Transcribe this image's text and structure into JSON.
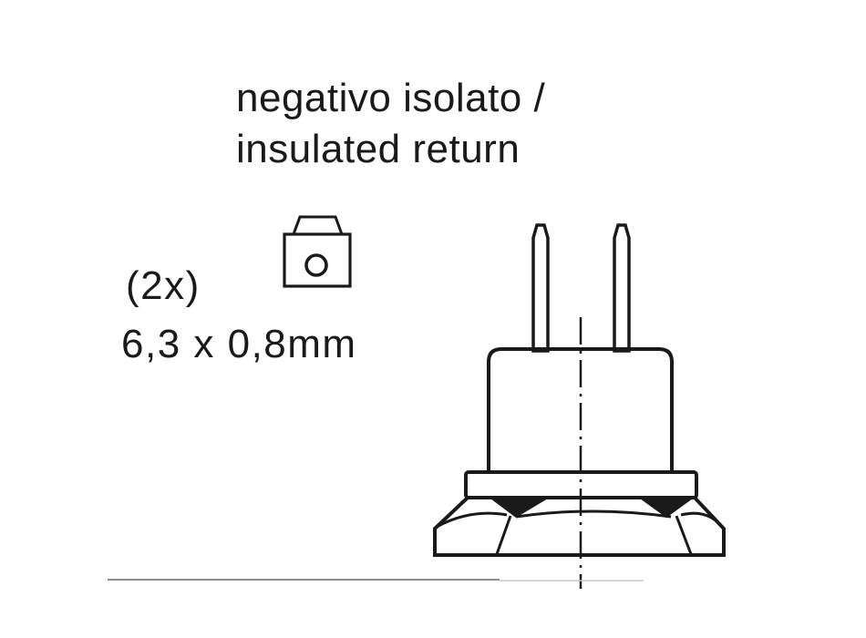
{
  "colors": {
    "background": "#ffffff",
    "ink": "#1a1a1a",
    "scan_line": "#8f8f8f"
  },
  "labels": {
    "title_line1": "negativo isolato /",
    "title_line2": "insulated return",
    "terminal_count": "(2x)",
    "terminal_dimension": "6,3 x 0,8mm"
  }
}
